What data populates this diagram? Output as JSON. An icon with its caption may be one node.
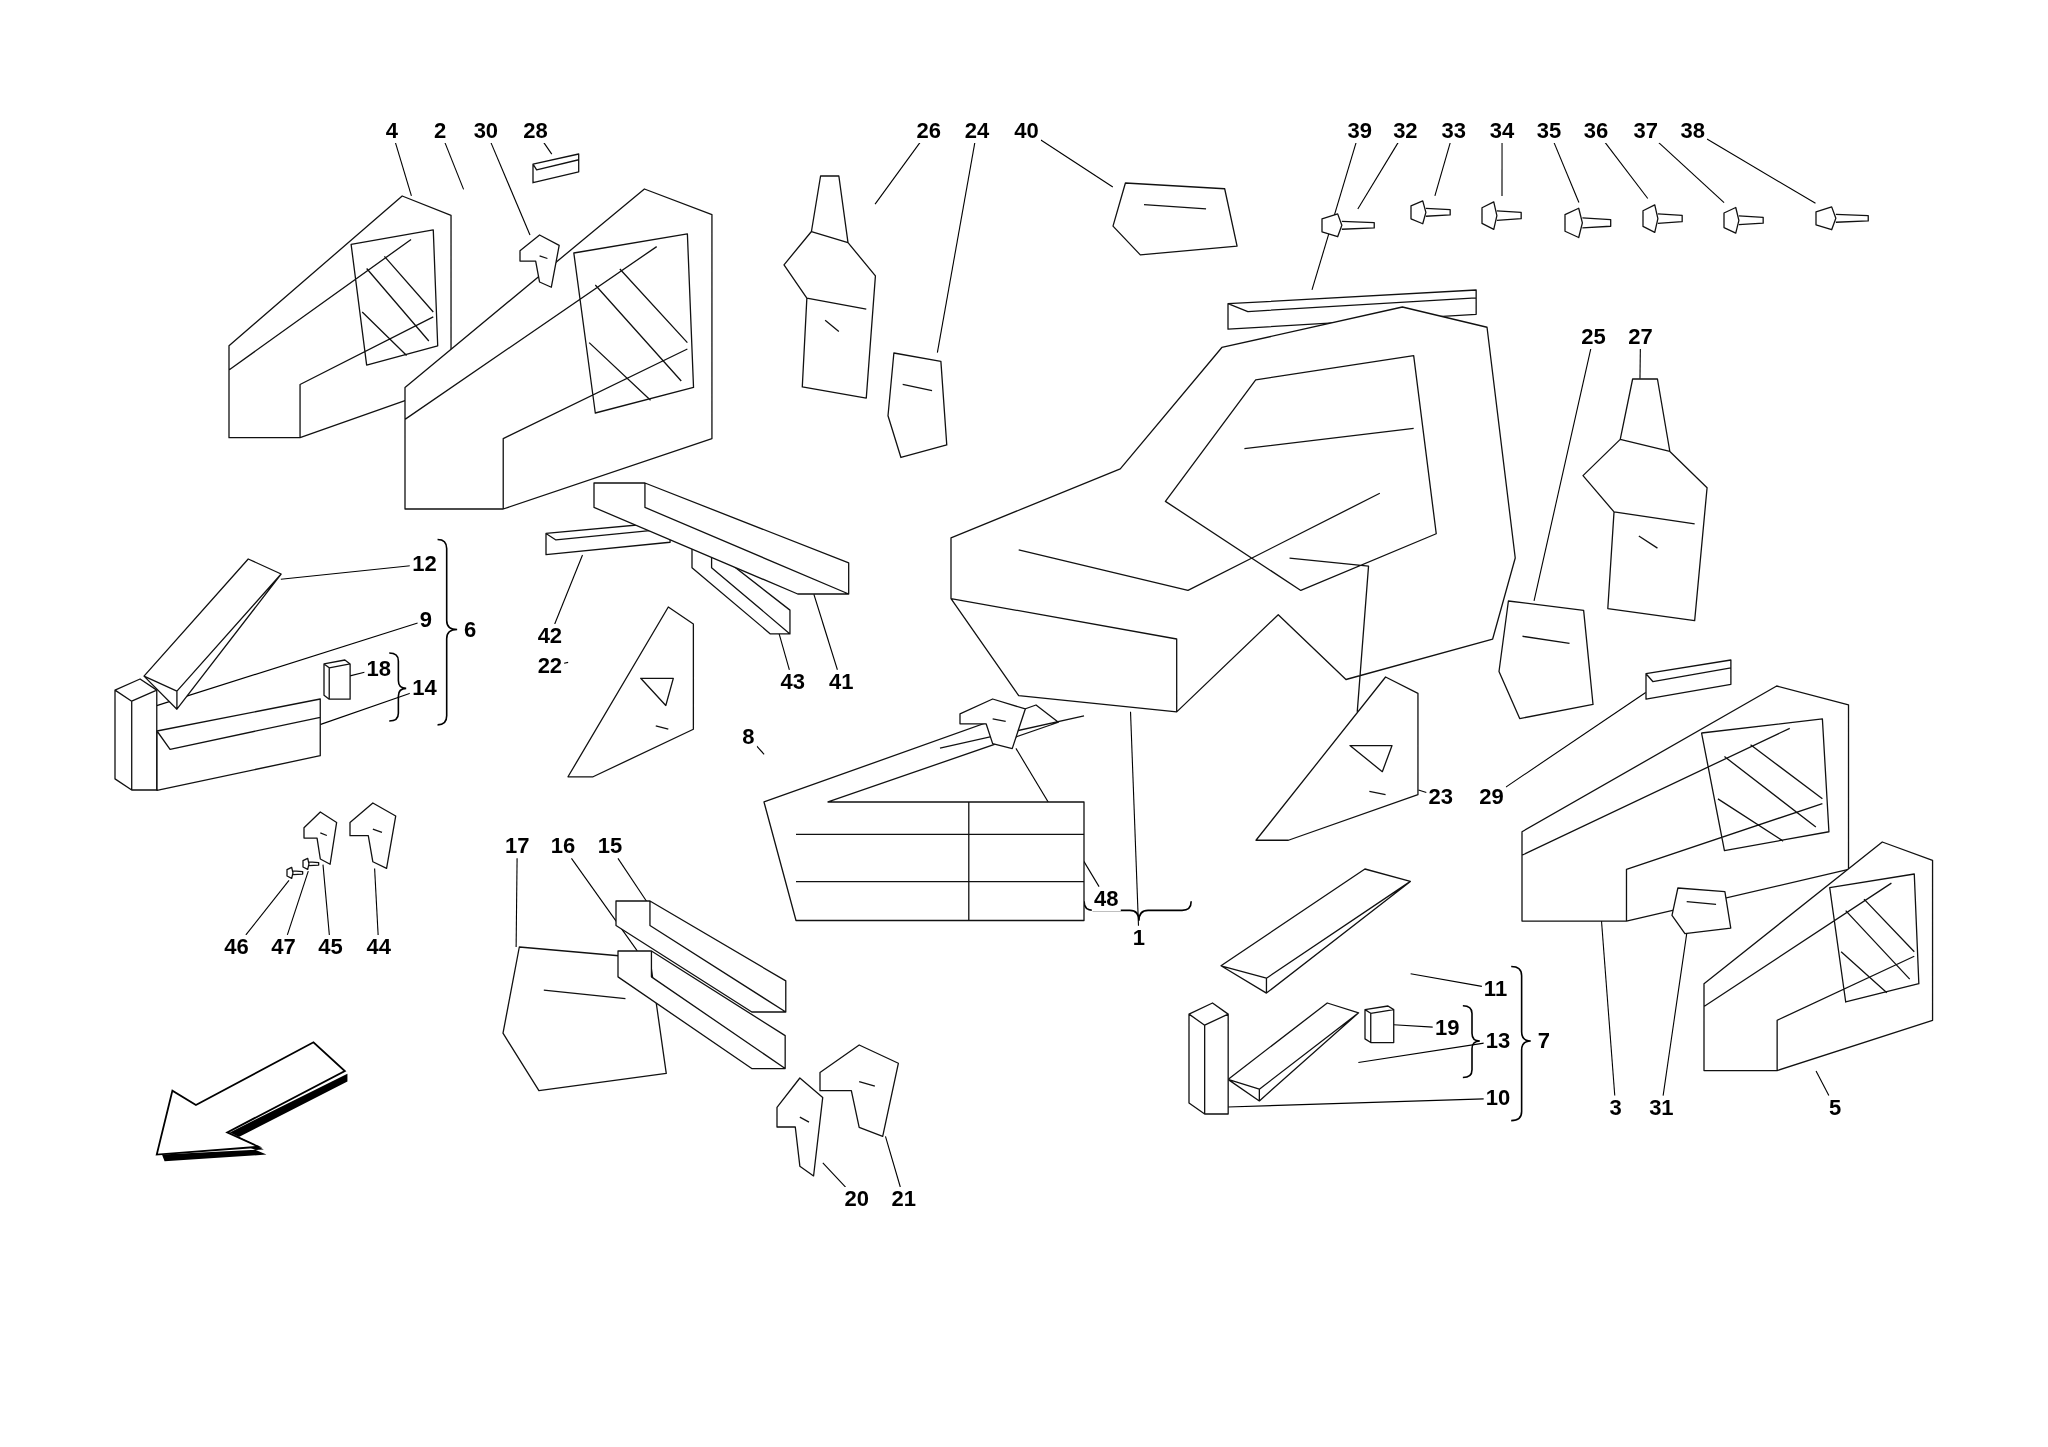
{
  "diagram": {
    "nodes": [
      {
        "text": [
          "4"
        ]
      },
      {
        "text": [
          "2"
        ]
      },
      {
        "text": [
          "30"
        ]
      },
      {
        "text": [
          "28"
        ]
      },
      {
        "text": [
          "26"
        ]
      },
      {
        "text": [
          "24"
        ]
      },
      {
        "text": [
          "40"
        ]
      },
      {
        "text": [
          "39"
        ]
      },
      {
        "text": [
          "32"
        ]
      },
      {
        "text": [
          "33"
        ]
      },
      {
        "text": [
          "34"
        ]
      },
      {
        "text": [
          "35"
        ]
      },
      {
        "text": [
          "36"
        ]
      },
      {
        "text": [
          "37"
        ]
      },
      {
        "text": [
          "38"
        ]
      },
      {
        "text": [
          "25"
        ]
      },
      {
        "text": [
          "27"
        ]
      },
      {
        "text": [
          "12"
        ]
      },
      {
        "text": [
          "9"
        ]
      },
      {
        "text": [
          "18"
        ]
      },
      {
        "text": [
          "14"
        ]
      },
      {
        "text": [
          "42"
        ]
      },
      {
        "text": [
          "22"
        ]
      },
      {
        "text": [
          "43"
        ]
      },
      {
        "text": [
          "41"
        ]
      },
      {
        "text": [
          "8"
        ]
      },
      {
        "text": [
          "23"
        ]
      },
      {
        "text": [
          "29"
        ]
      },
      {
        "text": [
          "48"
        ]
      },
      {
        "text": [
          "17"
        ]
      },
      {
        "text": [
          "16"
        ]
      },
      {
        "text": [
          "15"
        ]
      },
      {
        "text": [
          "46"
        ]
      },
      {
        "text": [
          "47"
        ]
      },
      {
        "text": [
          "45"
        ]
      },
      {
        "text": [
          "44"
        ]
      },
      {
        "text": [
          "11"
        ]
      },
      {
        "text": [
          "19"
        ]
      },
      {
        "text": [
          "13"
        ]
      },
      {
        "text": [
          "10"
        ]
      },
      {
        "text": [
          "3"
        ]
      },
      {
        "text": [
          "31"
        ]
      },
      {
        "text": [
          "5"
        ]
      },
      {
        "text": [
          "20"
        ]
      },
      {
        "text": [
          "21"
        ]
      },
      {
        "text": [
          "1"
        ]
      },
      {
        "text": [],
        "shape": "picture"
      },
      {
        "text": [],
        "shape": "picture"
      },
      {
        "text": [],
        "shape": "picture",
        "in": 47
      },
      {
        "text": [],
        "shape": "picture"
      },
      {
        "text": [],
        "shape": "picture"
      },
      {
        "text": [],
        "shape": "picture"
      },
      {
        "text": [],
        "shape": "picture"
      },
      {
        "text": [],
        "shape": "picture"
      },
      {
        "text": [],
        "shape": "picture"
      },
      {
        "text": [],
        "shape": "picture"
      },
      {
        "text": [],
        "shape": "picture"
      },
      {
        "text": [],
        "shape": "picture"
      },
      {
        "text": [],
        "shape": "picture"
      },
      {
        "text": [],
        "shape": "picture"
      },
      {
        "text": [],
        "shape": "picture"
      },
      {
        "text": [],
        "shape": "picture"
      },
      {
        "text": [],
        "shape": "picture"
      },
      {
        "text": [],
        "shape": "picture"
      },
      {
        "text": [],
        "shape": "picture"
      },
      {
        "text": [],
        "shape": "picture"
      },
      {
        "text": [],
        "shape": "picture"
      },
      {
        "text": [],
        "shape": "picture"
      },
      {
        "text": [],
        "shape": "picture"
      },
      {
        "text": [],
        "shape": "picture"
      },
      {
        "text": [],
        "shape": "picture"
      },
      {
        "text": [],
        "shape": "picture"
      },
      {
        "text": [],
        "shape": "picture"
      },
      {
        "text": [],
        "shape": "picture"
      },
      {
        "text": [],
        "shape": "picture"
      },
      {
        "text": [],
        "shape": "picture"
      },
      {
        "text": [],
        "shape": "picture"
      },
      {
        "text": [],
        "shape": "picture"
      },
      {
        "text": [],
        "shape": "picture"
      },
      {
        "text": [],
        "shape": "picture"
      },
      {
        "text": [],
        "shape": "picture"
      },
      {
        "text": [],
        "shape": "picture"
      },
      {
        "text": [],
        "shape": "picture"
      },
      {
        "text": [],
        "shape": "picture"
      },
      {
        "text": [],
        "shape": "picture"
      },
      {
        "text": [],
        "shape": "picture"
      },
      {
        "text": [],
        "shape": "picture"
      },
      {
        "text": [],
        "shape": "picture"
      },
      {
        "text": [],
        "shape": "picture"
      },
      {
        "text": [],
        "shape": "picture"
      },
      {
        "text": [],
        "shape": "picture"
      },
      {
        "text": [],
        "shape": "picture"
      }
    ],
    "edges": [
      {
        "from": 0,
        "to": 46,
        "arrow": "none"
      },
      {
        "from": 1,
        "to": 47,
        "arrow": "none"
      },
      {
        "from": 2,
        "to": 48,
        "arrow": "none"
      },
      {
        "from": 3,
        "to": 49,
        "arrow": "none"
      },
      {
        "from": 4,
        "to": 50,
        "arrow": "none"
      },
      {
        "from": 5,
        "to": 51,
        "arrow": "none"
      },
      {
        "from": 6,
        "to": 52,
        "arrow": "none"
      },
      {
        "from": 7,
        "to": 53,
        "arrow": "none"
      },
      {
        "from": 8,
        "to": 54,
        "arrow": "none"
      },
      {
        "from": 9,
        "to": 55,
        "arrow": "none"
      },
      {
        "from": 10,
        "to": 56,
        "arrow": "none"
      },
      {
        "from": 11,
        "to": 57,
        "arrow": "none"
      },
      {
        "from": 12,
        "to": 58,
        "arrow": "none"
      },
      {
        "from": 13,
        "to": 59,
        "arrow": "none"
      },
      {
        "from": 14,
        "to": 60,
        "arrow": "none"
      },
      {
        "from": 15,
        "to": 61,
        "arrow": "none"
      },
      {
        "from": 16,
        "to": 62,
        "arrow": "none"
      },
      {
        "from": 17,
        "to": 63,
        "arrow": "none"
      },
      {
        "from": 18,
        "to": 64,
        "arrow": "none"
      },
      {
        "from": 19,
        "to": 65,
        "arrow": "none"
      },
      {
        "from": 20,
        "to": 66,
        "arrow": "none"
      },
      {
        "from": 21,
        "to": 67,
        "arrow": "none"
      },
      {
        "from": 22,
        "to": 68,
        "arrow": "none"
      },
      {
        "from": 23,
        "to": 69,
        "arrow": "none"
      },
      {
        "from": 24,
        "to": 70,
        "arrow": "none"
      },
      {
        "from": 25,
        "to": 71,
        "arrow": "none"
      },
      {
        "from": 26,
        "to": 72,
        "arrow": "none"
      },
      {
        "from": 27,
        "to": 73,
        "arrow": "none"
      },
      {
        "from": 28,
        "to": 74,
        "arrow": "none"
      },
      {
        "from": 29,
        "to": 75,
        "arrow": "none"
      },
      {
        "from": 30,
        "to": 76,
        "arrow": "none"
      },
      {
        "from": 31,
        "to": 77,
        "arrow": "none"
      },
      {
        "from": 32,
        "to": 78,
        "arrow": "none"
      },
      {
        "from": 33,
        "to": 79,
        "arrow": "none"
      },
      {
        "from": 34,
        "to": 80,
        "arrow": "none"
      },
      {
        "from": 35,
        "to": 81,
        "arrow": "none"
      },
      {
        "from": 36,
        "to": 82,
        "arrow": "none"
      },
      {
        "from": 37,
        "to": 83,
        "arrow": "none"
      },
      {
        "from": 38,
        "to": 84,
        "arrow": "none"
      },
      {
        "from": 39,
        "to": 85,
        "arrow": "none"
      },
      {
        "from": 40,
        "to": 86,
        "arrow": "none"
      },
      {
        "from": 41,
        "to": 87,
        "arrow": "none"
      },
      {
        "from": 42,
        "to": 88,
        "arrow": "none"
      },
      {
        "from": 43,
        "to": 89,
        "arrow": "none"
      },
      {
        "from": 44,
        "to": 90,
        "arrow": "none"
      },
      {
        "from": 45,
        "to": 91,
        "arrow": "none"
      }
    ],
    "labels": [
      "6",
      "7"
    ]
  }
}
